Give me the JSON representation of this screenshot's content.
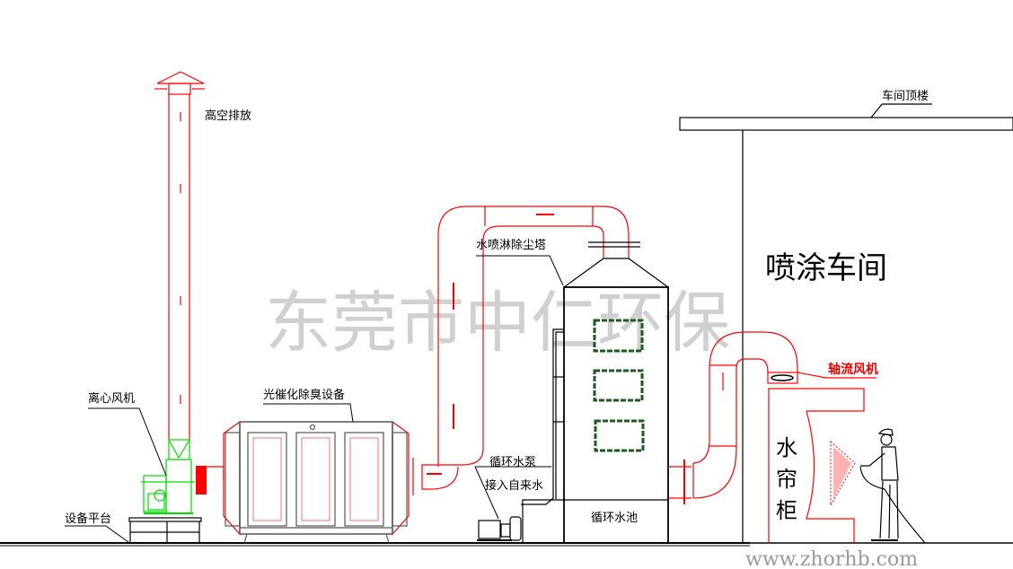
{
  "labels": {
    "stack": "高空排放",
    "centrifugal_fan": "离心风机",
    "photocatalytic": "光催化除臭设备",
    "platform": "设备平台",
    "spray_tower": "水喷淋除尘塔",
    "pump": "循环水泵",
    "tap_water": "接入自来水",
    "pool": "循环水池",
    "roof": "车间顶楼",
    "workshop": "喷涂车间",
    "axial_fan": "轴流风机",
    "curtain": [
      "水",
      "帘",
      "柜"
    ]
  },
  "watermark": "东莞市中仁环保",
  "website": "www.zhorhb.com",
  "colors": {
    "duct": "#ff0000",
    "fan": "#00dd00",
    "window": "#1a5a1a",
    "line": "#000000",
    "watermark": "#c8c8c8"
  }
}
